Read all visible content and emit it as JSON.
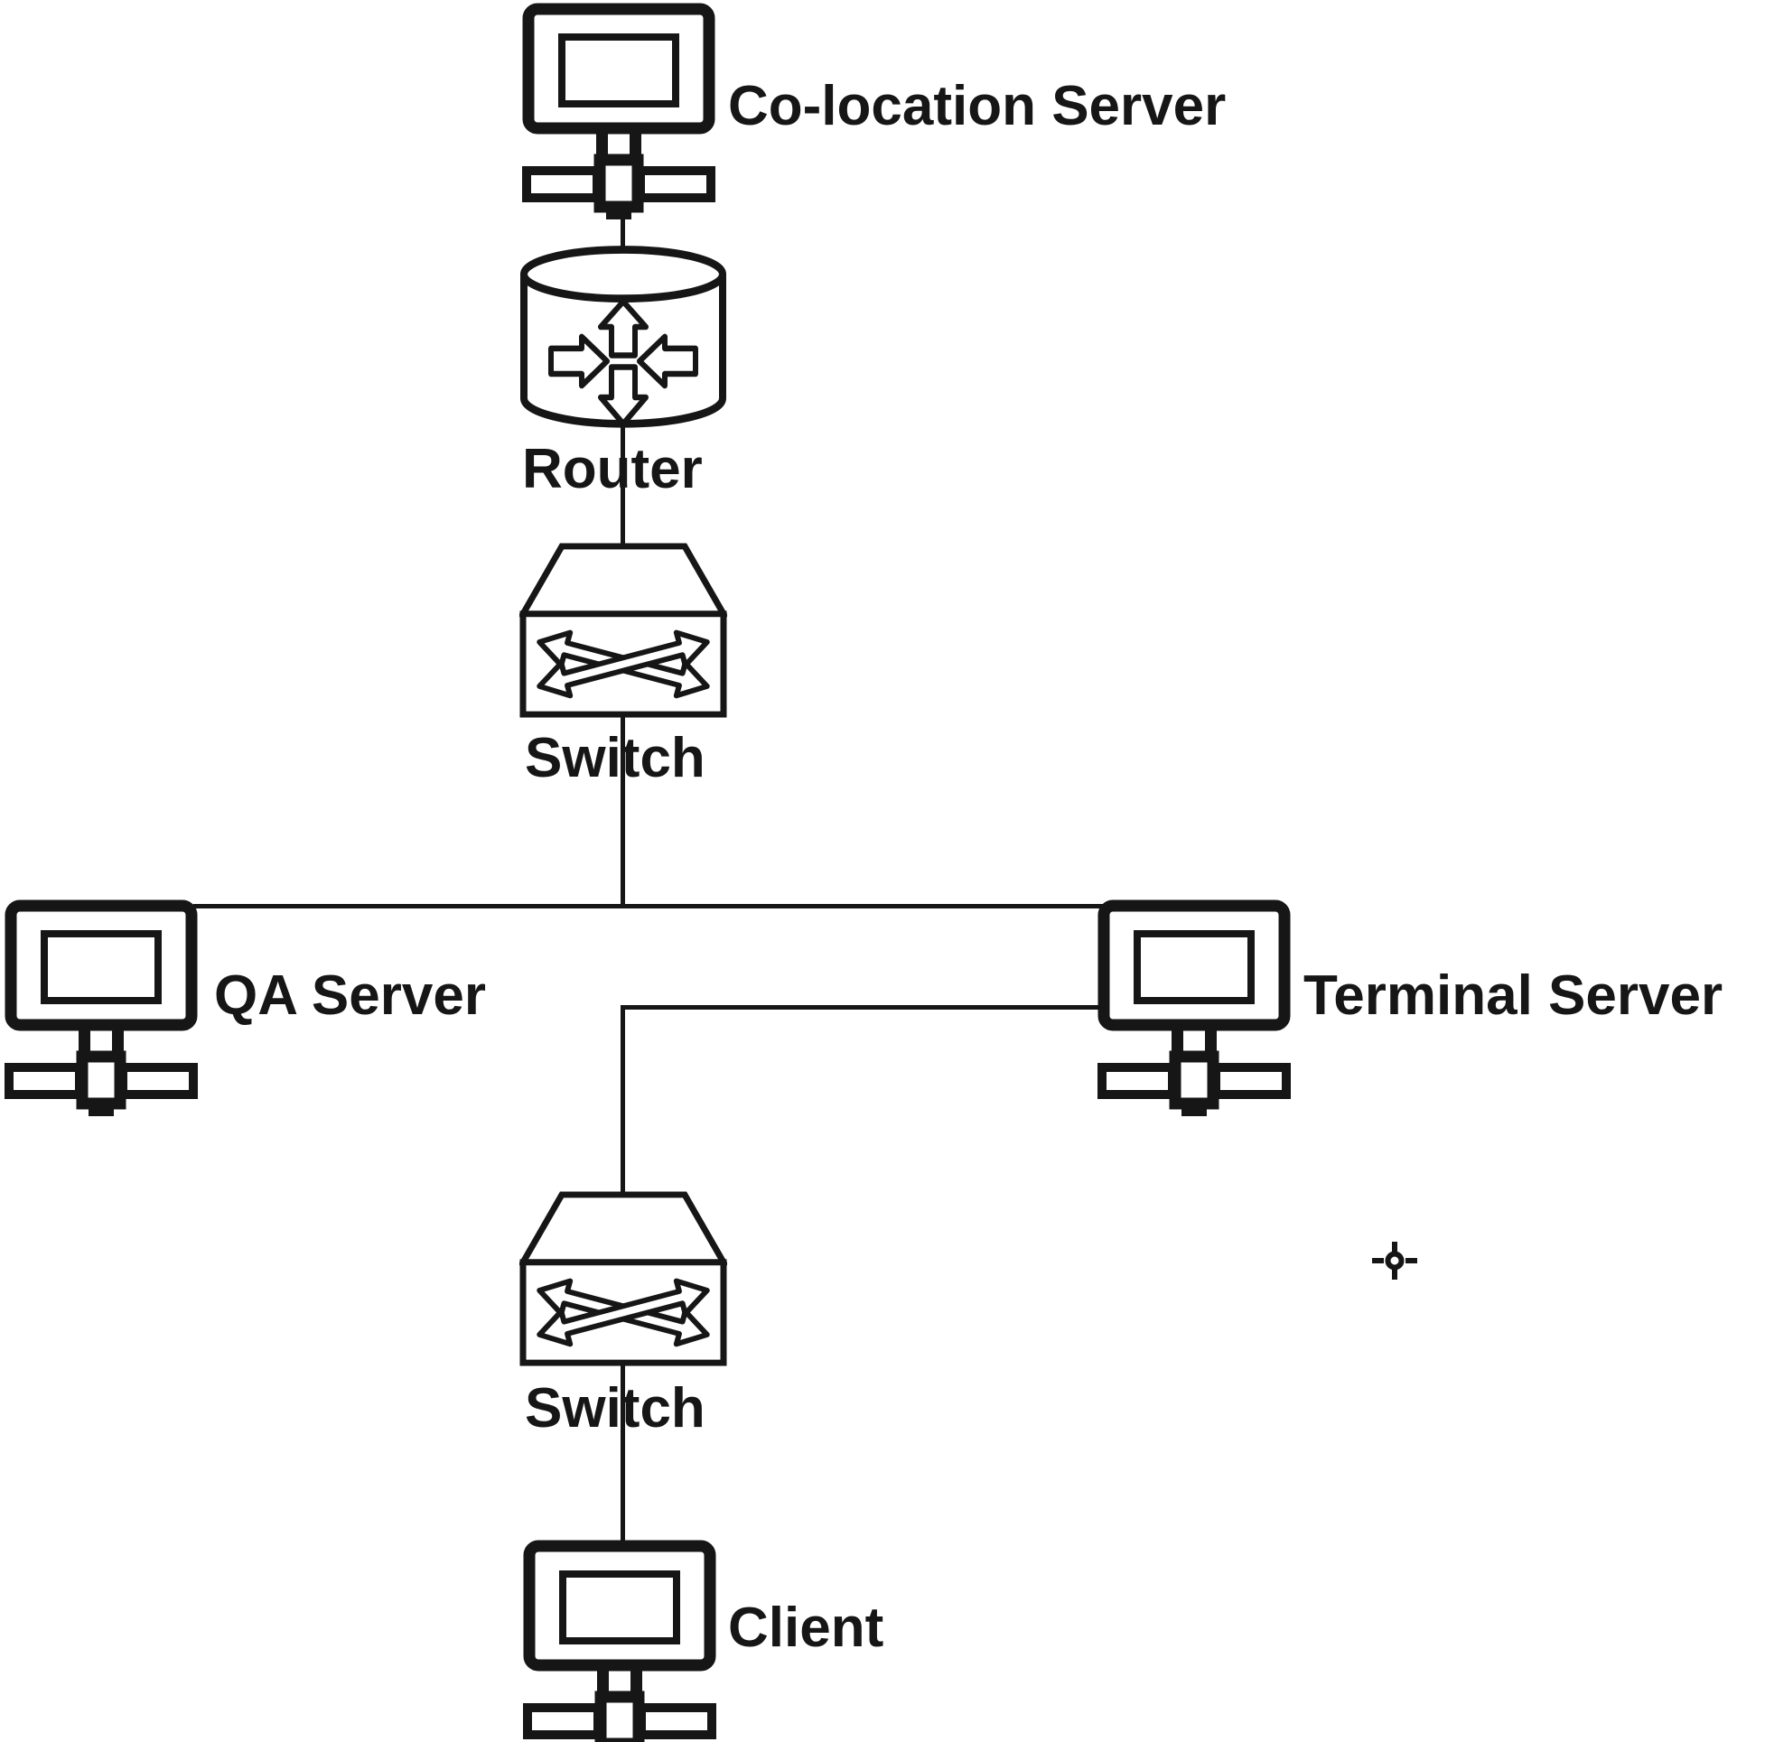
{
  "diagram": {
    "type": "network-topology",
    "background_color": "#ffffff",
    "line_color": "#161616",
    "nodes": [
      {
        "id": "co-location-server",
        "kind": "workstation",
        "label": "Co-location Server"
      },
      {
        "id": "router",
        "kind": "router",
        "label": "Router"
      },
      {
        "id": "switch-top",
        "kind": "switch",
        "label": "Switch"
      },
      {
        "id": "qa-server",
        "kind": "workstation",
        "label": "QA Server"
      },
      {
        "id": "terminal-server",
        "kind": "workstation",
        "label": "Terminal Server"
      },
      {
        "id": "switch-bottom",
        "kind": "switch",
        "label": "Switch"
      },
      {
        "id": "client",
        "kind": "workstation",
        "label": "Client"
      }
    ],
    "edges": [
      {
        "from": "co-location-server",
        "to": "router"
      },
      {
        "from": "router",
        "to": "switch-top"
      },
      {
        "from": "switch-top",
        "to": "lan-bus"
      },
      {
        "from": "qa-server",
        "to": "lan-bus"
      },
      {
        "from": "terminal-server",
        "to": "lan-bus"
      },
      {
        "from": "terminal-server",
        "to": "switch-bottom"
      },
      {
        "from": "switch-bottom",
        "to": "client"
      }
    ],
    "cursor": {
      "kind": "crosshair",
      "visible": true
    }
  }
}
